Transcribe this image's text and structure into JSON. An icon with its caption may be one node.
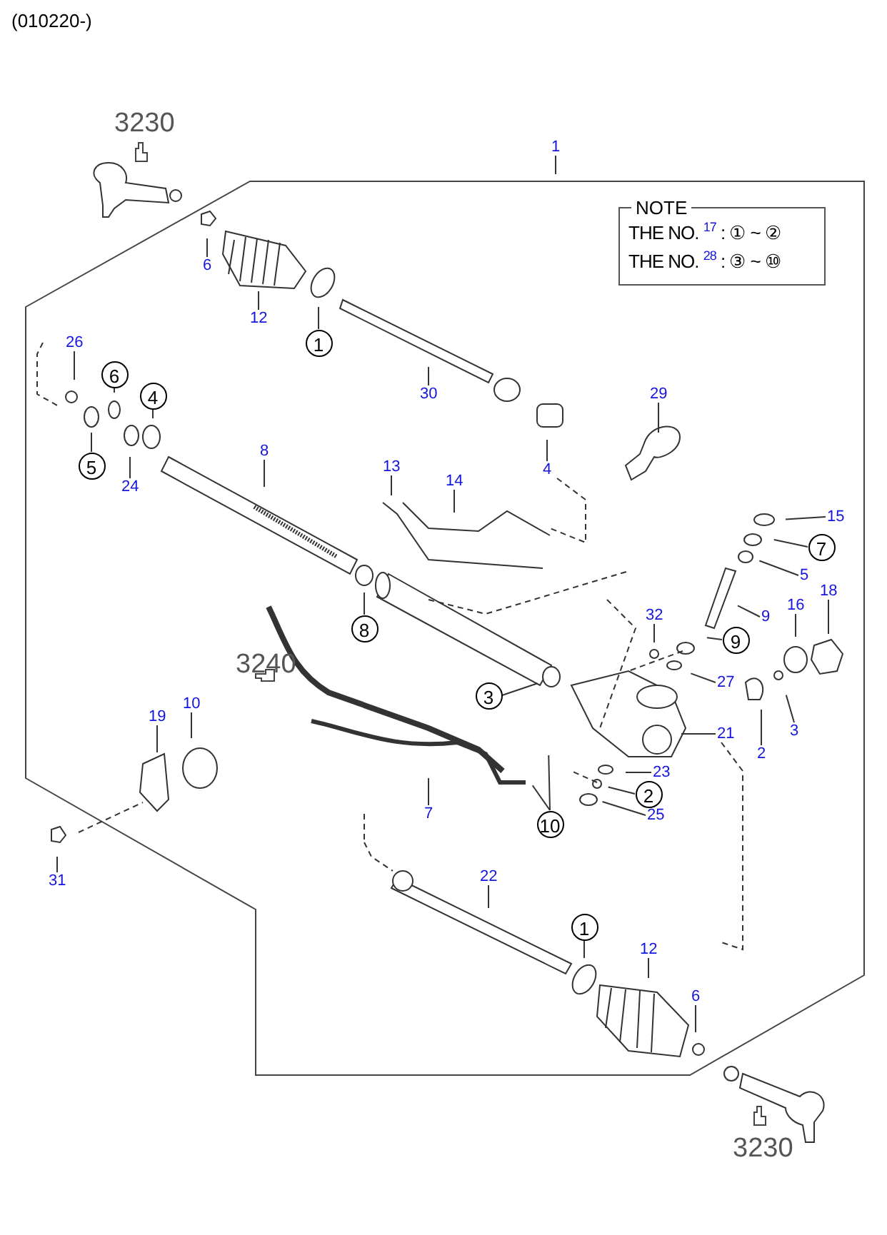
{
  "diagram": {
    "title": "(010220-)",
    "nodes": [
      {
        "text": [
          "1"
        ]
      },
      {
        "text": [
          "NOTE",
          "THE NO. $^{17}$ : ① ~ ②",
          "THE NO. $^{28}$ : ③ ~ ⑩"
        ]
      },
      {
        "text": [
          "6"
        ]
      },
      {
        "text": [
          "12"
        ]
      },
      {
        "text": [
          "1"
        ]
      },
      {
        "text": [
          "26"
        ]
      },
      {
        "text": [
          "6"
        ]
      },
      {
        "text": [
          "4"
        ]
      },
      {
        "text": [
          "30"
        ]
      },
      {
        "text": [
          "29"
        ]
      },
      {
        "text": [
          "5"
        ]
      },
      {
        "text": [
          "8"
        ]
      },
      {
        "text": [
          "4"
        ]
      },
      {
        "text": [
          "13"
        ]
      },
      {
        "text": [
          "14"
        ]
      },
      {
        "text": [
          "24"
        ]
      },
      {
        "text": [
          "15"
        ]
      },
      {
        "text": [
          "7"
        ]
      },
      {
        "text": [
          "5"
        ]
      },
      {
        "text": [
          "18"
        ]
      },
      {
        "text": [
          "16"
        ]
      },
      {
        "text": [
          "32"
        ]
      },
      {
        "text": [
          "9"
        ]
      },
      {
        "text": [
          "8"
        ]
      },
      {
        "text": [
          "9"
        ]
      },
      {
        "text": [
          "27"
        ]
      },
      {
        "text": [
          "3"
        ]
      },
      {
        "text": [
          "10"
        ]
      },
      {
        "text": [
          "19"
        ]
      },
      {
        "text": [
          "3"
        ]
      },
      {
        "text": [
          "21"
        ]
      },
      {
        "text": [
          "2"
        ]
      },
      {
        "text": [
          "23"
        ]
      },
      {
        "text": [
          "2"
        ]
      },
      {
        "text": [
          "7"
        ]
      },
      {
        "text": [
          "25"
        ]
      },
      {
        "text": [
          "10"
        ]
      },
      {
        "text": [
          "31"
        ]
      },
      {
        "text": [
          "22"
        ]
      },
      {
        "text": [
          "1"
        ]
      },
      {
        "text": [
          "12"
        ]
      },
      {
        "text": [
          "6"
        ]
      }
    ],
    "edges": [
      {
        "from": 0,
        "to": null,
        "arrow": "none"
      },
      {
        "from": 2,
        "to": null,
        "arrow": "none"
      },
      {
        "from": 3,
        "to": null,
        "arrow": "none"
      },
      {
        "from": 4,
        "to": null,
        "arrow": "none"
      },
      {
        "from": 5,
        "to": null,
        "arrow": "none"
      },
      {
        "from": 6,
        "to": null,
        "arrow": "none"
      },
      {
        "from": 7,
        "to": null,
        "arrow": "none"
      },
      {
        "from": 8,
        "to": null,
        "arrow": "none"
      },
      {
        "from": 9,
        "to": null,
        "arrow": "none"
      },
      {
        "from": 10,
        "to": null,
        "arrow": "none"
      },
      {
        "from": 11,
        "to": null,
        "arrow": "none"
      },
      {
        "from": 12,
        "to": null,
        "arrow": "none"
      },
      {
        "from": 13,
        "to": null,
        "arrow": "none"
      },
      {
        "from": 14,
        "to": null,
        "arrow": "none"
      },
      {
        "from": 15,
        "to": null,
        "arrow": "none"
      },
      {
        "from": 16,
        "to": null,
        "arrow": "none"
      },
      {
        "from": 17,
        "to": null,
        "arrow": "none"
      },
      {
        "from": 18,
        "to": null,
        "arrow": "none"
      },
      {
        "from": 19,
        "to": null,
        "arrow": "none"
      },
      {
        "from": 20,
        "to": null,
        "arrow": "none"
      },
      {
        "from": 21,
        "to": null,
        "arrow": "none"
      },
      {
        "from": 22,
        "to": null,
        "arrow": "none"
      },
      {
        "from": 23,
        "to": null,
        "arrow": "none"
      },
      {
        "from": 24,
        "to": null,
        "arrow": "none"
      },
      {
        "from": 25,
        "to": null,
        "arrow": "none"
      },
      {
        "from": 26,
        "to": null,
        "arrow": "none"
      },
      {
        "from": 27,
        "to": null,
        "arrow": "none"
      },
      {
        "from": 28,
        "to": null,
        "arrow": "none"
      },
      {
        "from": 29,
        "to": null,
        "arrow": "none"
      },
      {
        "from": 30,
        "to": null,
        "arrow": "none"
      },
      {
        "from": 31,
        "to": null,
        "arrow": "none"
      },
      {
        "from": 32,
        "to": null,
        "arrow": "none"
      },
      {
        "from": 33,
        "to": null,
        "arrow": "none"
      },
      {
        "from": 34,
        "to": null,
        "arrow": "none"
      },
      {
        "from": 35,
        "to": null,
        "arrow": "none"
      },
      {
        "from": 36,
        "to": null,
        "arrow": "none"
      },
      {
        "from": 36,
        "to": null,
        "arrow": "none"
      },
      {
        "from": 37,
        "to": null,
        "arrow": "none"
      },
      {
        "from": 38,
        "to": null,
        "arrow": "none"
      },
      {
        "from": 39,
        "to": null,
        "arrow": "none"
      },
      {
        "from": 40,
        "to": null,
        "arrow": "none"
      },
      {
        "from": 41,
        "to": null,
        "arrow": "none"
      }
    ],
    "labels": [
      "3230",
      "3240",
      "3230"
    ]
  }
}
